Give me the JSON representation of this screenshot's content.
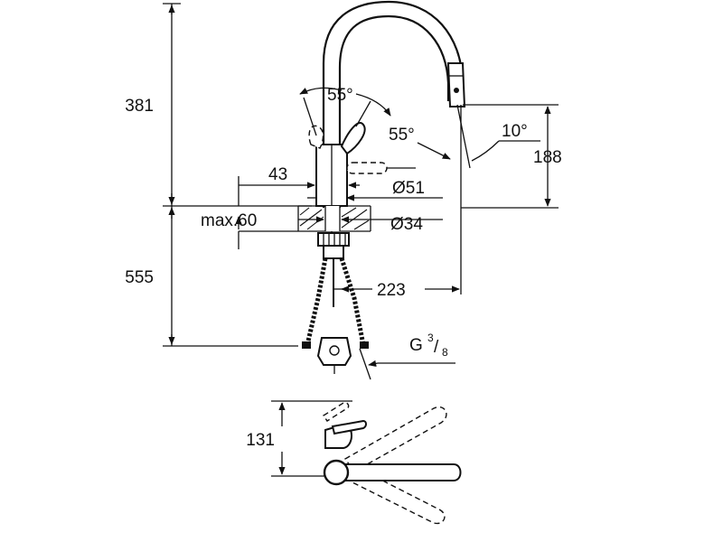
{
  "dimensions": {
    "height_upper": "381",
    "height_lower": "555",
    "spout_height": "188",
    "reach": "223",
    "side_view_width": "131",
    "body_diameter": "Ø51",
    "hole_diameter": "Ø34",
    "offset": "43",
    "counter_thickness": "max.60",
    "lever_angle_front": "55°",
    "lever_angle_side": "55°",
    "spout_angle": "10°",
    "thread_prefix": "G",
    "thread_num": "3",
    "thread_den": "8"
  },
  "icons": {
    "faucet": "kitchen-faucet-side-view",
    "faucet_top": "kitchen-faucet-top-view",
    "hoses": "braided-hose-pair",
    "arrow": "dimension-arrow"
  }
}
